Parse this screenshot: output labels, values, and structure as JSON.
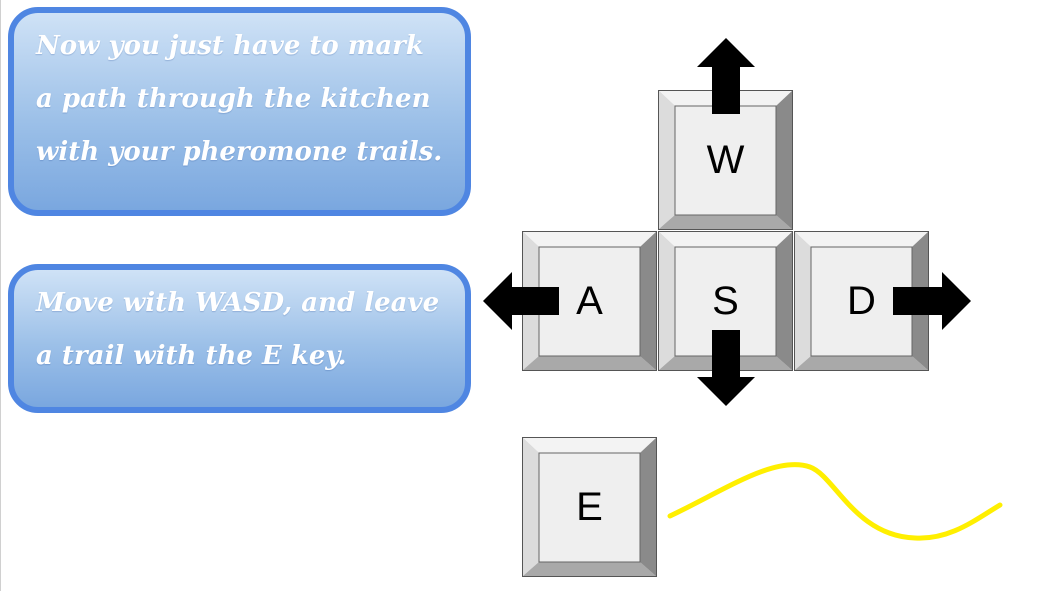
{
  "instructions": {
    "bubble1_lines": [
      "Now you just have to mark",
      "a path through the kitchen",
      "with your pheromone trails."
    ],
    "bubble2_lines": [
      "Move with WASD, and leave",
      "a trail with the E key."
    ]
  },
  "keys": {
    "w": "W",
    "a": "A",
    "s": "S",
    "d": "D",
    "e": "E"
  },
  "icons": {
    "up": "arrow-up-icon",
    "left": "arrow-left-icon",
    "down": "arrow-down-icon",
    "right": "arrow-right-icon"
  },
  "colors": {
    "bubble_border": "#4f86e2",
    "trail": "#ffef00",
    "arrow": "#000000"
  }
}
